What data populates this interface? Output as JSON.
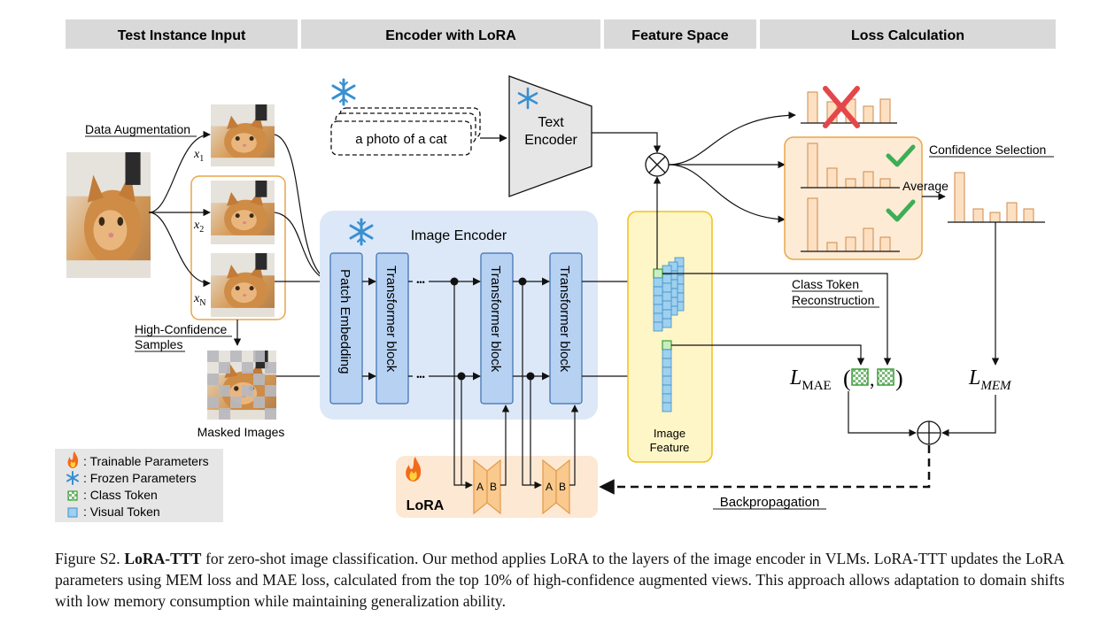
{
  "headers": [
    "Test Instance Input",
    "Encoder with LoRA",
    "Feature Space",
    "Loss Calculation"
  ],
  "labels": {
    "data_augmentation": "Data Augmentation",
    "x1": "x",
    "x1_sub": "1",
    "x2": "x",
    "x2_sub": "2",
    "xn": "x",
    "xn_sub": "N",
    "high_confidence_1": "High-Confidence",
    "high_confidence_2": "Samples",
    "masked_images": "Masked Images",
    "prompt": "a photo of a cat",
    "text_encoder_1": "Text",
    "text_encoder_2": "Encoder",
    "image_encoder": "Image Encoder",
    "patch_embedding": "Patch Embedding",
    "transformer_block": "Transformer block",
    "ellipsis": "•••",
    "lora_a": "A",
    "lora_b": "B",
    "lora": "LoRA",
    "image_feature_1": "Image",
    "image_feature_2": "Feature",
    "class_token_reconstruction_1": "Class Token",
    "class_token_reconstruction_2": "Reconstruction",
    "confidence_selection": "Confidence Selection",
    "average": "Average",
    "l_mae": "L",
    "l_mae_sub": "MAE",
    "l_mem": "L",
    "l_mem_sub": "MEM",
    "backpropagation": "Backpropagation"
  },
  "legend": [
    {
      "icon": "fire-icon",
      "label": ": Trainable Parameters"
    },
    {
      "icon": "snowflake-icon",
      "label": ": Frozen Parameters"
    },
    {
      "icon": "class-token-icon",
      "label": ": Class Token"
    },
    {
      "icon": "visual-token-icon",
      "label": ": Visual Token"
    }
  ],
  "caption": {
    "figure": "Figure S2.",
    "method": "LoRA-TTT",
    "text": " for zero-shot image classification. Our method applies LoRA to the layers of the image encoder in VLMs. LoRA-TTT updates the LoRA parameters using MEM loss and MAE loss, calculated from the top 10% of high-confidence augmented views. This approach allows adaptation to domain shifts with low memory consumption while maintaining generalization ability."
  },
  "colors": {
    "header_bg": "#d9d9d9",
    "encoder_bg": "#dce8f8",
    "feature_bg": "#fff6c7",
    "feature_border": "#f0c020",
    "selection_bg": "#fdebd6",
    "selection_border": "#e9a64a",
    "bar_fill": "#fde0c2",
    "bar_stroke": "#d08a4a",
    "lora_bg": "#fde8d4",
    "lora_module": "#f9c98e",
    "token_blue": "#9fd0ee",
    "token_stroke": "#3f8fc7",
    "class_green": "#3aa035",
    "cross_red": "#e4474a",
    "check_green": "#3dae55"
  }
}
